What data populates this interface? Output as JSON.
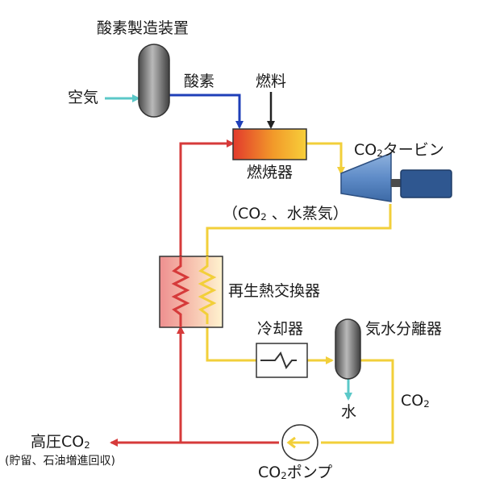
{
  "labels": {
    "oxygen_plant": "酸素製造装置",
    "air": "空気",
    "oxygen": "酸素",
    "fuel": "燃料",
    "combustor": "燃焼器",
    "turbine_prefix": "CO",
    "turbine_sub": "2",
    "turbine_suffix": "タービン",
    "exhaust_prefix": "（CO",
    "exhaust_sub": "2",
    "exhaust_suffix": " 、水蒸気）",
    "regen_hx": "再生熱交換器",
    "cooler": "冷却器",
    "separator": "気水分離器",
    "water": "水",
    "co2_prefix": "CO",
    "co2_sub": "2",
    "hp_prefix": "高圧CO",
    "hp_sub": "2",
    "hp_note": "(貯留、石油増進回収)",
    "pump_prefix": "CO",
    "pump_sub": "2",
    "pump_suffix": "ポンプ"
  },
  "colors": {
    "air_line": "#5bc8c8",
    "oxygen_line": "#1f3fb8",
    "hot_line": "#d63a3a",
    "cool_line": "#f2cf3a",
    "water_line": "#5bc8c8",
    "turbine": "#5d88c4",
    "vessel": "#6d6d6d"
  }
}
